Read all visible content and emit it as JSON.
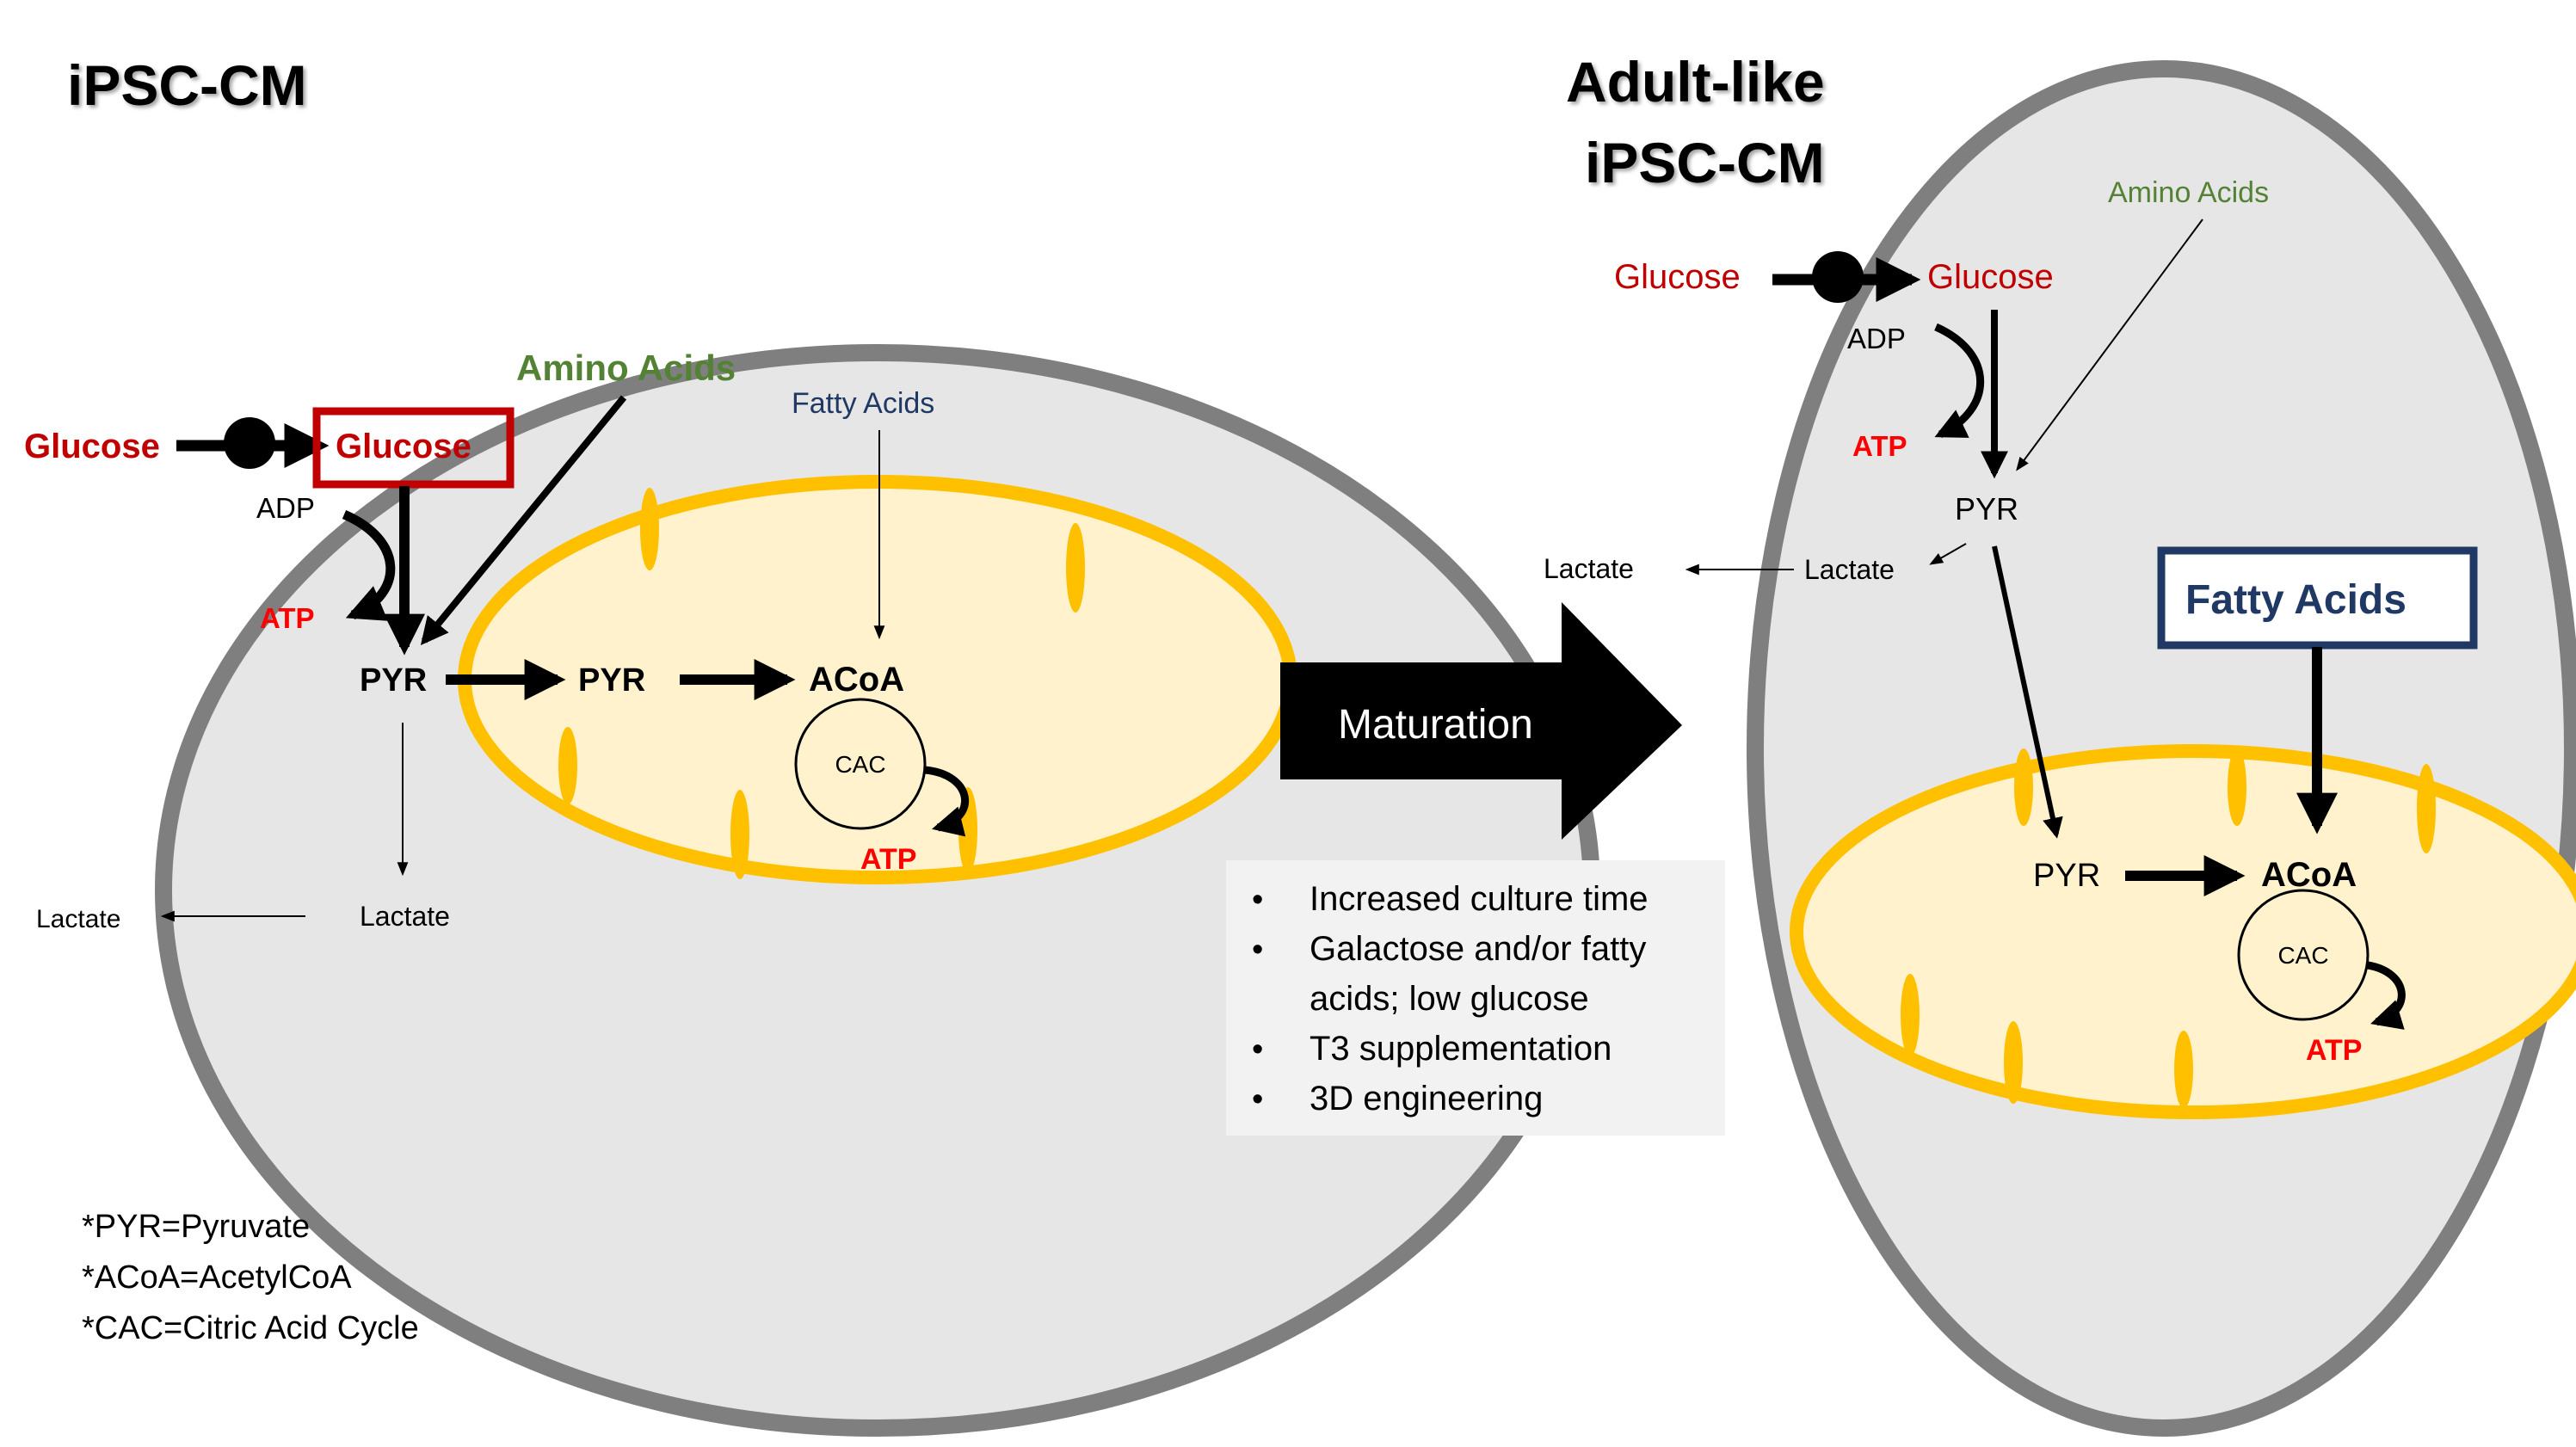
{
  "colors": {
    "glucose": "#c00000",
    "atp": "#ff0000",
    "amino_acids": "#548235",
    "fatty_acids": "#1f3864",
    "cell_fill": "#e6e6e6",
    "cell_border": "#7f7f7f",
    "mito_fill": "#fff2cc",
    "mito_border": "#ffc000",
    "arrow": "#000000",
    "methods_bg": "#f2f2f2"
  },
  "left_cell": {
    "title": "iPSC-CM",
    "glucose_outside": "Glucose",
    "glucose_inside": "Glucose",
    "adp": "ADP",
    "atp_glycolysis": "ATP",
    "amino_acids": "Amino Acids",
    "fatty_acids": "Fatty Acids",
    "pyr_cytosol": "PYR",
    "pyr_mito": "PYR",
    "acoa": "ACoA",
    "cac": "CAC",
    "atp_cac": "ATP",
    "lactate_inside": "Lactate",
    "lactate_outside": "Lactate"
  },
  "legend": [
    "*PYR=Pyruvate",
    "*ACoA=AcetylCoA",
    "*CAC=Citric Acid Cycle"
  ],
  "maturation": {
    "label": "Maturation",
    "methods": [
      "Increased culture time",
      "Galactose and/or fatty",
      "acids; low glucose",
      "T3 supplementation",
      "3D engineering"
    ],
    "bullet": "•"
  },
  "right_cell": {
    "title_line1": "Adult-like",
    "title_line2": "iPSC-CM",
    "glucose_outside": "Glucose",
    "glucose_inside": "Glucose",
    "amino_acids": "Amino Acids",
    "adp": "ADP",
    "atp_glycolysis": "ATP",
    "pyr_cytosol": "PYR",
    "lactate_inside": "Lactate",
    "lactate_outside": "Lactate",
    "fatty_acids": "Fatty Acids",
    "pyr_mito": "PYR",
    "acoa": "ACoA",
    "cac": "CAC",
    "atp_cac": "ATP"
  }
}
